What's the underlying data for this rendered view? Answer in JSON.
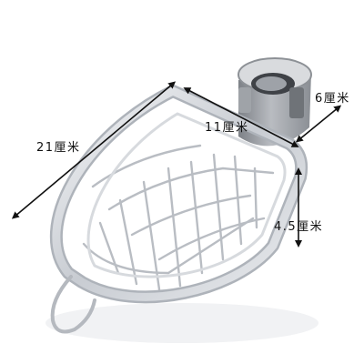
{
  "dimensions": {
    "length_label": "21厘米",
    "inner_width_label": "11厘米",
    "clamp_depth_label": "6厘米",
    "clamp_height_label": "4.5厘米"
  },
  "colors": {
    "background": "#ffffff",
    "aluminum_light": "#eef0f3",
    "aluminum_mid": "#c9ccd2",
    "aluminum_dark": "#9aa0a8",
    "clamp_grey": "#8d9196",
    "dimension_line": "#111111"
  }
}
